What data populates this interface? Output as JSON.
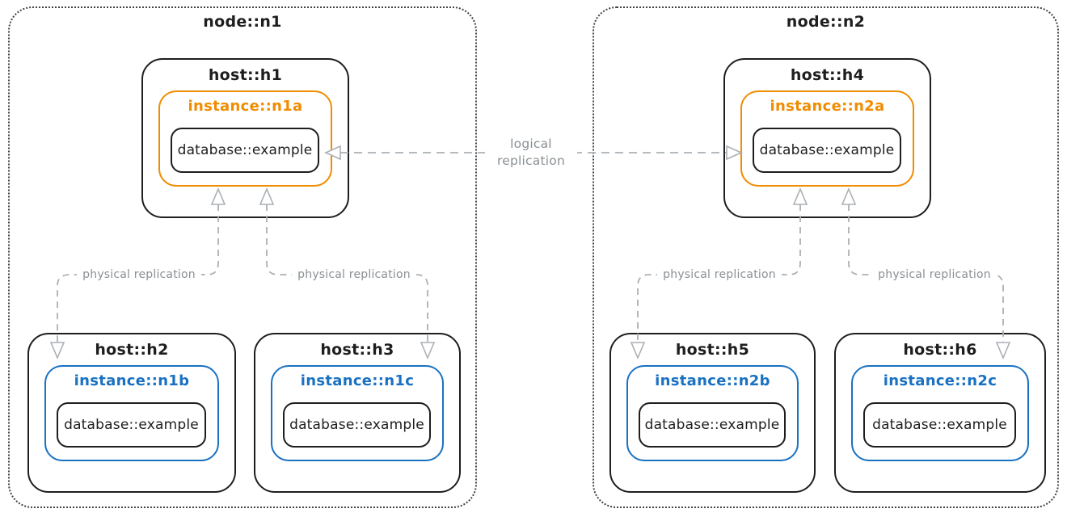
{
  "colors": {
    "ink": "#1e1e1e",
    "node-border": "#3f4449",
    "orange": "#f08c00",
    "blue": "#1971c2",
    "line-gray": "#abb0b5",
    "label-gray": "#8a9095",
    "bg": "#ffffff"
  },
  "nodes": [
    {
      "label": "node::n1",
      "hosts": [
        {
          "label": "host::h1",
          "instance": {
            "label": "instance::n1a",
            "color": "orange",
            "database": "database::example"
          }
        },
        {
          "label": "host::h2",
          "instance": {
            "label": "instance::n1b",
            "color": "blue",
            "database": "database::example"
          }
        },
        {
          "label": "host::h3",
          "instance": {
            "label": "instance::n1c",
            "color": "blue",
            "database": "database::example"
          }
        }
      ]
    },
    {
      "label": "node::n2",
      "hosts": [
        {
          "label": "host::h4",
          "instance": {
            "label": "instance::n2a",
            "color": "orange",
            "database": "database::example"
          }
        },
        {
          "label": "host::h5",
          "instance": {
            "label": "instance::n2b",
            "color": "blue",
            "database": "database::example"
          }
        },
        {
          "label": "host::h6",
          "instance": {
            "label": "instance::n2c",
            "color": "blue",
            "database": "database::example"
          }
        }
      ]
    }
  ],
  "edges": {
    "logical": {
      "line1": "logical",
      "line2": "replication"
    },
    "physical": [
      "physical replication",
      "physical replication",
      "physical replication",
      "physical replication"
    ]
  }
}
